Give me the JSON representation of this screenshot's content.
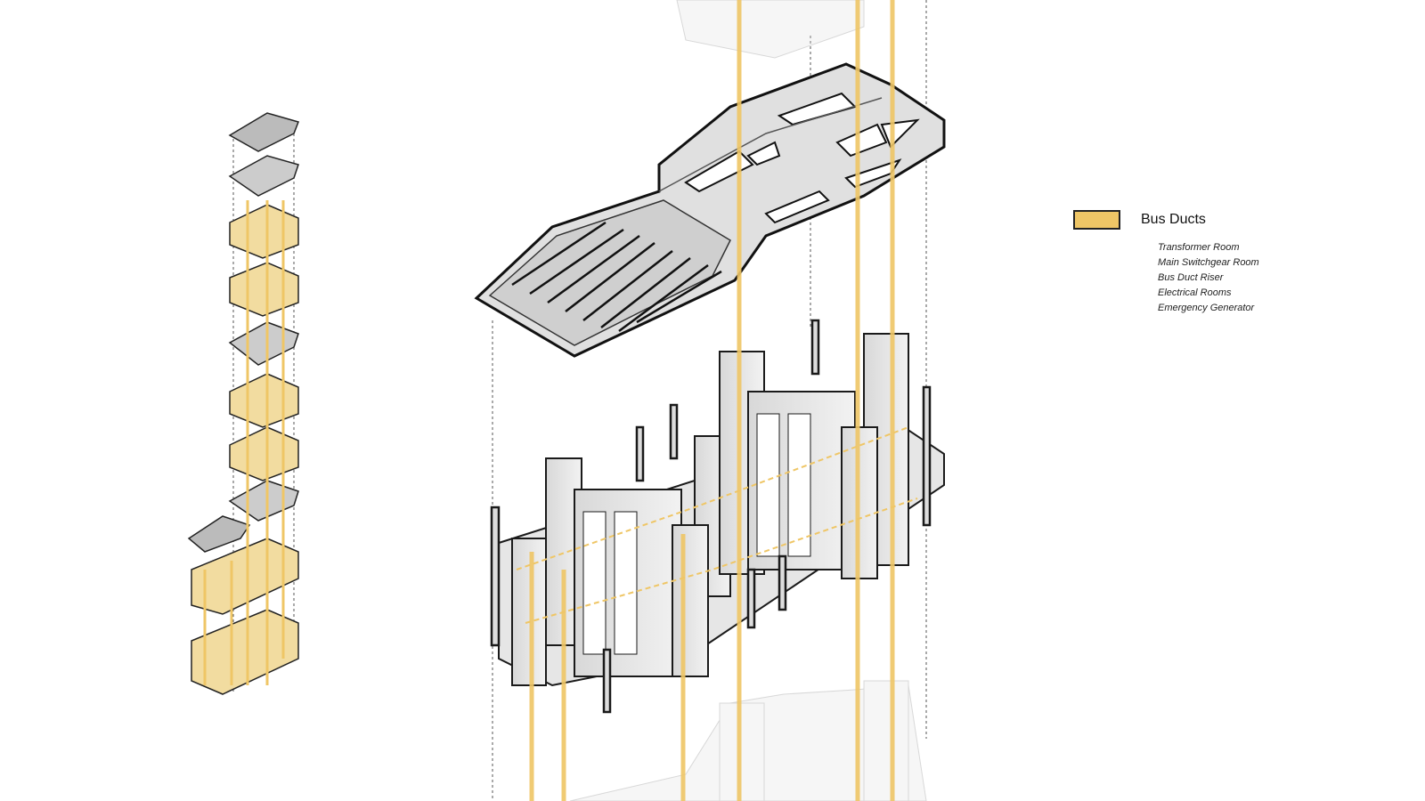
{
  "legend": {
    "title": "Bus Ducts",
    "swatch_color": "#efc666",
    "items": [
      "Transformer Room",
      "Main Switchgear Room",
      "Bus Duct Riser",
      "Electrical Rooms",
      "Emergency Generator"
    ]
  },
  "colors": {
    "duct": "#efc666",
    "structure_fill": "#e2e2e2",
    "outline": "#1a1a1a"
  }
}
